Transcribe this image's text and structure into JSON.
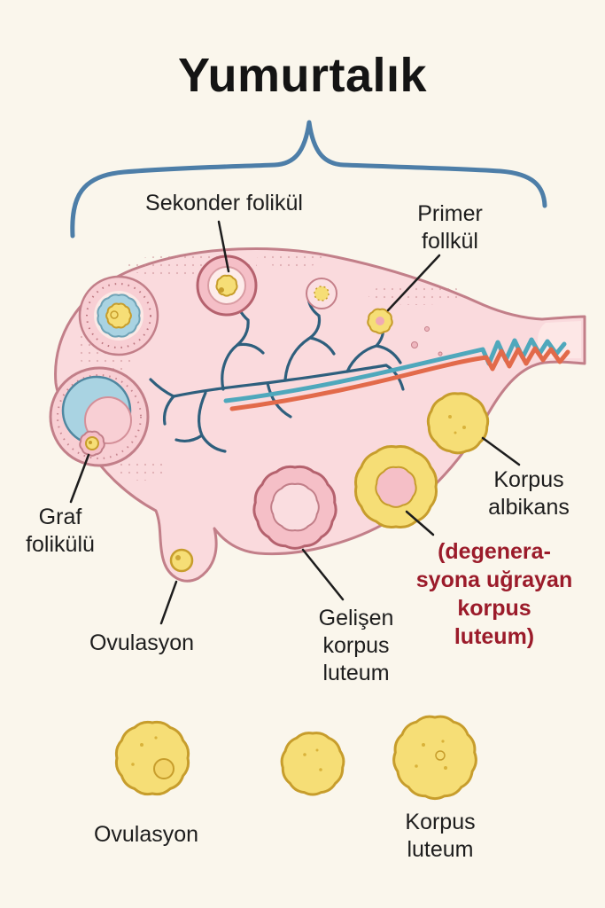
{
  "title": "Yumurtalık",
  "labels": {
    "sekonder": "Sekonder folikül",
    "primer_line1": "Primer",
    "primer_line2": "follkül",
    "graf_line1": "Graf",
    "graf_line2": "folikülü",
    "ovulasyon_main": "Ovulasyon",
    "gelisen_line1": "Gelişen",
    "gelisen_line2": "korpus",
    "gelisen_line3": "luteum",
    "albikans_line1": "Korpus",
    "albikans_line2": "albikans",
    "degen_line1": "(degenera-",
    "degen_line2": "syona uğrayan",
    "degen_line3": "korpus",
    "degen_line4": "luteum)",
    "ovulasyon_bottom": "Ovulasyon",
    "korpus_luteum_line1": "Korpus",
    "korpus_luteum_line2": "luteum"
  },
  "colors": {
    "background": "#faf6ec",
    "title_text": "#141414",
    "label_text": "#1d1d1d",
    "red_label": "#9b1b2a",
    "brace": "#4d7ea8",
    "ovary_fill": "#fadadd",
    "ovary_outline": "#c27f89",
    "follicle_pink": "#f5bfc7",
    "pink_outline_dark": "#b5626e",
    "inner_pink_light": "#fadde0",
    "follicle_yellow": "#f6de76",
    "yellow_outline": "#c79d2c",
    "antrum_blue": "#a9d3e2",
    "vessel_blue": "#2e5f7d",
    "vessel_teal": "#4fa8bc",
    "vessel_orange": "#e26a4a",
    "leader_line": "#1d1d1d"
  }
}
